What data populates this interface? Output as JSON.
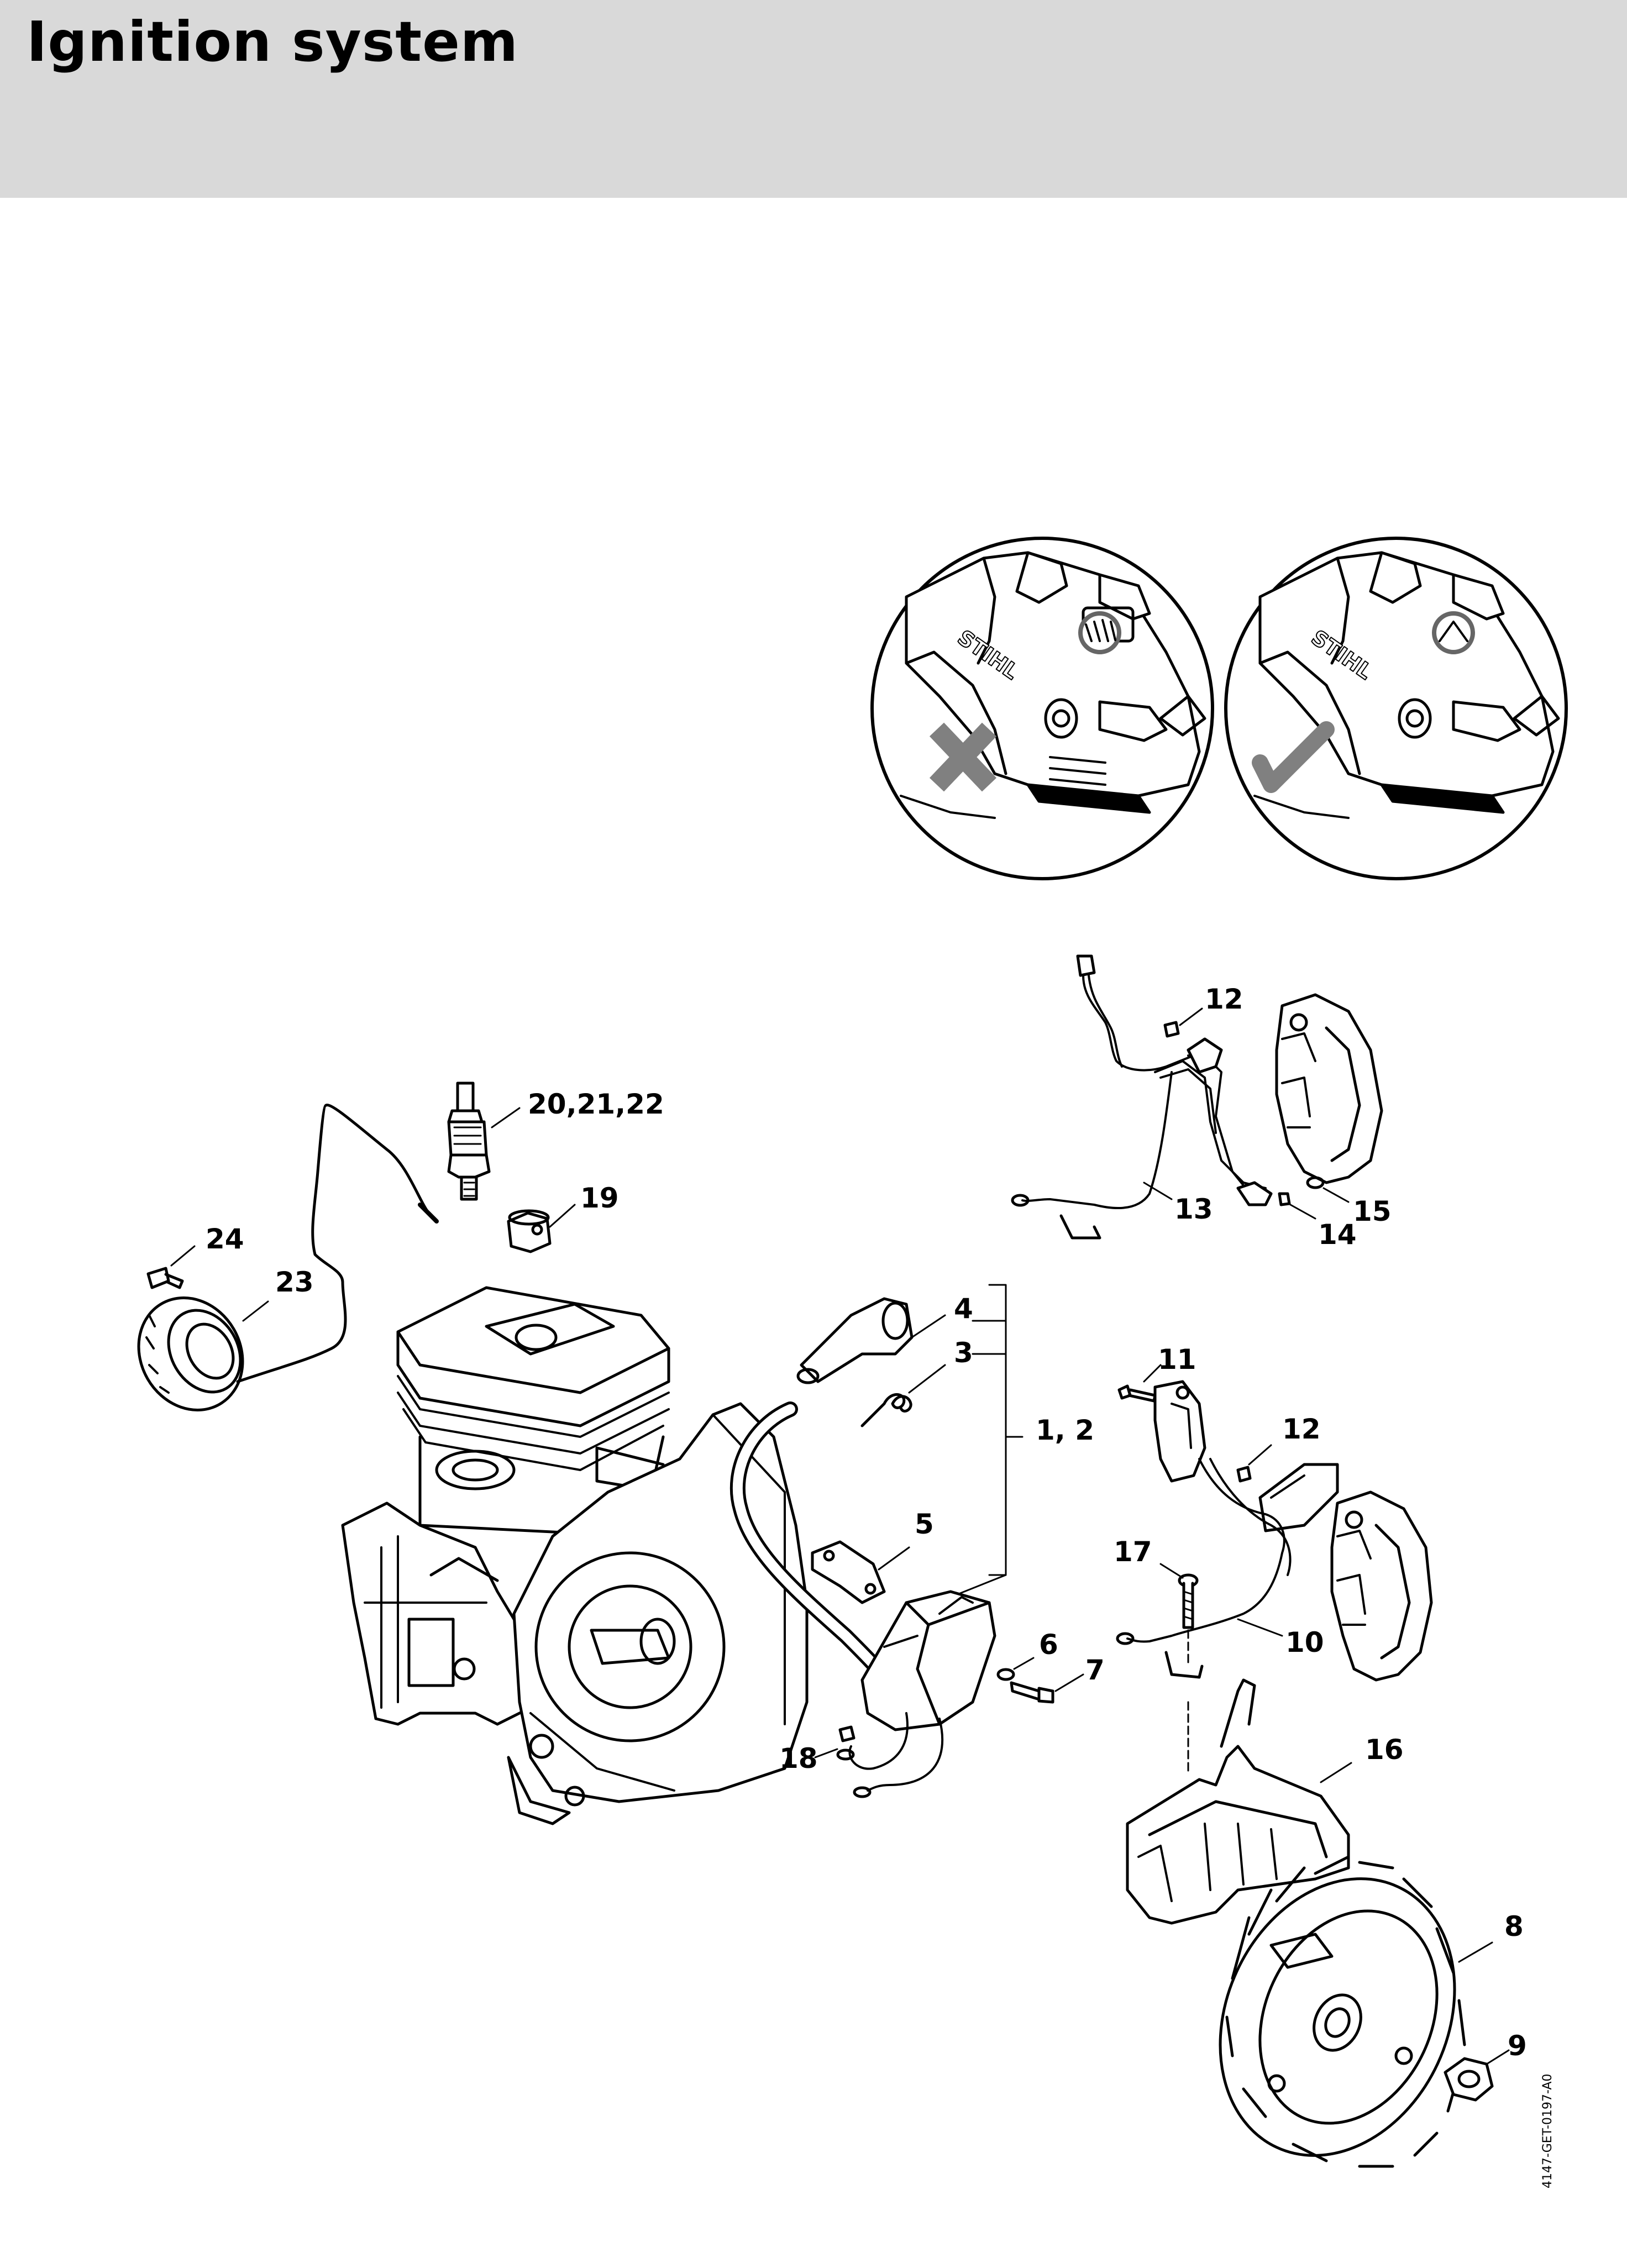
{
  "header": {
    "title": "Ignition system"
  },
  "figure": {
    "code": "4147-GET-0197-A0",
    "callouts": {
      "c1_2": "1, 2",
      "c3": "3",
      "c4": "4",
      "c5": "5",
      "c6": "6",
      "c7": "7",
      "c8": "8",
      "c9": "9",
      "c10": "10",
      "c11": "11",
      "c12a": "12",
      "c12b": "12",
      "c13": "13",
      "c14": "14",
      "c15": "15",
      "c16": "16",
      "c17": "17",
      "c18": "18",
      "c19": "19",
      "c20_22": "20,21,22",
      "c23": "23",
      "c24": "24"
    },
    "inset_logo_text": "STIHL",
    "inset_wrong_mark": "cross",
    "inset_right_mark": "check",
    "mark_color": "#808080"
  }
}
